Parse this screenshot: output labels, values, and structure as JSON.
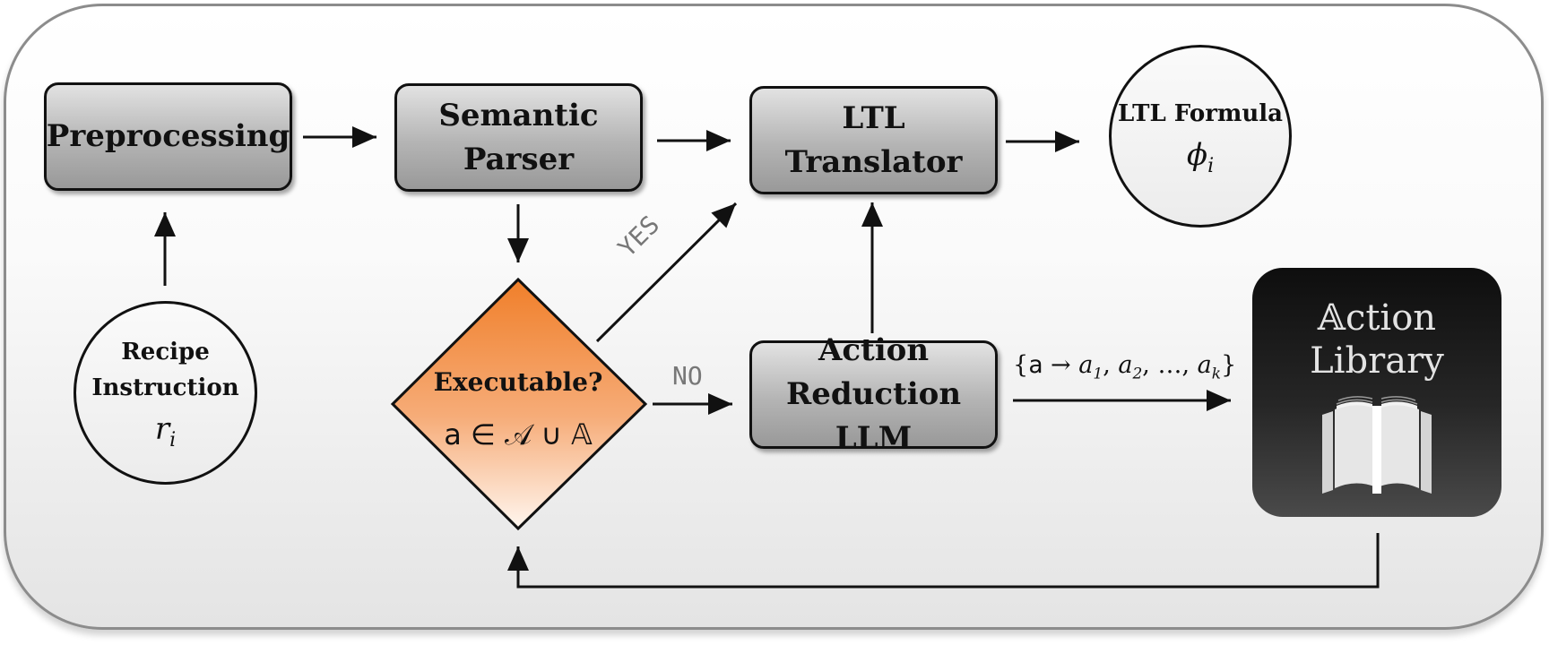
{
  "diagram": {
    "nodes": {
      "preprocessing": "Preprocessing",
      "semantic_parser": [
        "Semantic",
        "Parser"
      ],
      "ltl_translator": [
        "LTL",
        "Translator"
      ],
      "ltl_formula": {
        "label": "LTL Formula",
        "symbol": "ϕ",
        "subscript": "i"
      },
      "recipe_instruction": {
        "label": [
          "Recipe",
          "Instruction"
        ],
        "symbol": "r",
        "subscript": "i"
      },
      "executable": {
        "question": "Executable?",
        "condition": "a ∈ 𝒜 ∪ 𝔸"
      },
      "action_reduction": [
        "Action",
        "Reduction LLM"
      ],
      "action_library": [
        "𝔸ction",
        "Library"
      ]
    },
    "edge_labels": {
      "yes": "YES",
      "no": "NO",
      "mapping": {
        "open": "{",
        "lhs": "a",
        "arrow": " → ",
        "a1": "a",
        "a1_sub": "1",
        "sep1": ", ",
        "a2": "a",
        "a2_sub": "2",
        "sep2": ", …, ",
        "ak": "a",
        "ak_sub": "k",
        "close": "}"
      }
    },
    "icons": [
      "book-icon"
    ],
    "colors": {
      "box_fill_top": "#e2e2e2",
      "box_fill_bottom": "#999999",
      "diamond_top": "#f07f2a",
      "diamond_bottom": "#fff6ef",
      "library_dark": "#0e0e0e",
      "arrow": "#111111",
      "edge_label": "#777777"
    }
  }
}
